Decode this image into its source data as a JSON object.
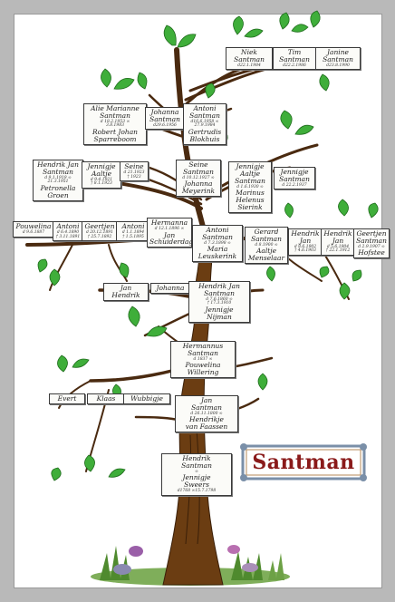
{
  "family_name": "Santman",
  "colors": {
    "background": "#b9b9b9",
    "paper": "#ffffff",
    "trunk": "#6b3d12",
    "branch": "#4a2a10",
    "leaf": "#3fae3a",
    "leaf_dark": "#1f6b1c",
    "title": "#8a1a1a",
    "plate_frame": "#7a8fa8"
  },
  "nodes": [
    {
      "id": "niek",
      "name": "Niek\nSantman",
      "dates": "d22.1.1984",
      "spouse": ""
    },
    {
      "id": "tim",
      "name": "Tim\nSantman",
      "dates": "d22.2.1986",
      "spouse": ""
    },
    {
      "id": "janine",
      "name": "Janine\nSantman",
      "dates": "d23.8.1990",
      "spouse": ""
    },
    {
      "id": "alie",
      "name": "Alie Marianne\nSantman",
      "dates": "d 18.2.1953 ∞\n3.8.1983",
      "spouse": "Robert Johan\nSparreboom"
    },
    {
      "id": "johanna1",
      "name": "Johanna\nSantman",
      "dates": "d29.6.1956",
      "spouse": ""
    },
    {
      "id": "antoni1",
      "name": "Antoni\nSantman",
      "dates": "d16.6.1958 ∞\n27.9.1984",
      "spouse": "Gertrudis\nBlokhuis"
    },
    {
      "id": "hendrik1",
      "name": "Hendrik Jan\nSantman",
      "dates": "d 9.1.1919 ∞\n21.3.1951",
      "spouse": "Petronella\nGroen"
    },
    {
      "id": "jennigje1",
      "name": "Jennigje\nAaltje",
      "dates": "d 9.4.1921\n† 8.1.1923",
      "spouse": ""
    },
    {
      "id": "seine",
      "name": "Seine",
      "dates": "d 21.1923\n† 1923",
      "spouse": ""
    },
    {
      "id": "seine2",
      "name": "Seine\nSantman",
      "dates": "d 10.12.1927 ∞",
      "spouse": "Johanna\nMeyerink"
    },
    {
      "id": "jennigje2",
      "name": "Jennigje\nAaltje\nSantman",
      "dates": "d 1.6.1930 ∞",
      "spouse": "Marinus\nHelenus\nSierink"
    },
    {
      "id": "jennigje3",
      "name": "Jennigje\nSantman",
      "dates": "d 22.2.1937",
      "spouse": ""
    },
    {
      "id": "pouwelina",
      "name": "Pouwelina",
      "dates": "d 9.6.1887",
      "spouse": ""
    },
    {
      "id": "antoni2",
      "name": "Antoni",
      "dates": "d 6.4.1890\n† 3.11.1891",
      "spouse": ""
    },
    {
      "id": "geertjen1",
      "name": "Geertjen",
      "dates": "d 20.12.1891\n† 25.7.1892",
      "spouse": ""
    },
    {
      "id": "antoni3",
      "name": "Antoni",
      "dates": "d 1.1.1894\n† 1.5.1895",
      "spouse": ""
    },
    {
      "id": "hermanna",
      "name": "Hermanna",
      "dates": "d 12.1.1896 ∞",
      "spouse": "Jan\nSchuiderdag"
    },
    {
      "id": "antoni4",
      "name": "Antoni\nSantman",
      "dates": "d 7.3.1898 ∞",
      "spouse": "Maria\nLeuskerink"
    },
    {
      "id": "gerard",
      "name": "Gerard\nSantman",
      "dates": "d 8.1900 ∞",
      "spouse": "Aaltje\nMenselaar"
    },
    {
      "id": "hendrikjan1",
      "name": "Hendrik\nJan",
      "dates": "d 8.6.1902\n† 4.6.1903",
      "spouse": ""
    },
    {
      "id": "hendrikjan2",
      "name": "Hendrik\nJan",
      "dates": "d 5.6.1904\n† 22.1.1912",
      "spouse": ""
    },
    {
      "id": "geertjen2",
      "name": "Geertjen\nSantman",
      "dates": "d 2.9.1907 ∞",
      "spouse": "Hofstee"
    },
    {
      "id": "janhendrik",
      "name": "Jan Hendrik",
      "dates": "",
      "spouse": ""
    },
    {
      "id": "johanna2",
      "name": "Johanna",
      "dates": "",
      "spouse": ""
    },
    {
      "id": "hendrikjan3",
      "name": "Hendrik Jan\nSantman",
      "dates": "d 7.6.1860 ∞\n† 17.3.1910",
      "spouse": "Jennigje\nNijman"
    },
    {
      "id": "hermannus",
      "name": "Hermannus\nSantman",
      "dates": "d 1837 ∞",
      "spouse": "Pouwelina\nWillering"
    },
    {
      "id": "evert",
      "name": "Evert",
      "dates": "",
      "spouse": ""
    },
    {
      "id": "klaas",
      "name": "Klaas",
      "dates": "",
      "spouse": ""
    },
    {
      "id": "wubbigje",
      "name": "Wubbigje",
      "dates": "",
      "spouse": ""
    },
    {
      "id": "jan",
      "name": "Jan\nSantman",
      "dates": "d 26.11.1800 ∞",
      "spouse": "Hendrikje\nvan Faassen"
    },
    {
      "id": "hendrik_root",
      "name": "Hendrik\nSantman",
      "dates": "∞",
      "spouse": "Jennigje\nSweers"
    },
    {
      "id": "root_dates",
      "name": "",
      "dates": "d1768 ∞15.7.1798",
      "spouse": ""
    }
  ]
}
